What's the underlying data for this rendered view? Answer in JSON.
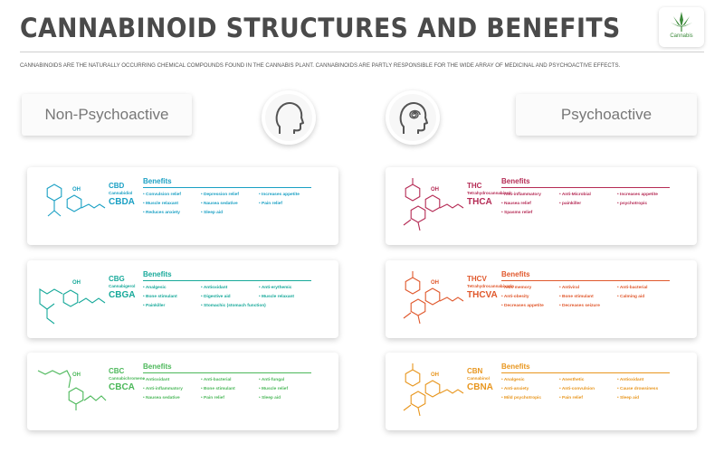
{
  "title": "CANNABINOID STRUCTURES AND BENEFITS",
  "logo": {
    "label": "Cannabis"
  },
  "intro": "CANNABINOIDS ARE THE NATURALLY OCCURRING CHEMICAL COMPOUNDS FOUND IN THE CANNABIS PLANT. CANNABINOIDS ARE PARTLY RESPONSIBLE FOR THE WIDE ARRAY OF MEDICINAL AND PSYCHOACTIVE EFFECTS.",
  "categories": {
    "left": "Non-Psychoactive",
    "right": "Psychoactive"
  },
  "benefits_title": "Benefits",
  "cards": [
    {
      "abbr1": "CBD",
      "full": "Cannabidiol",
      "abbr2": "CBDA",
      "color": "#1aa0c4",
      "benefits": [
        "Convulsion relief",
        "Depression relief",
        "Increases appetite",
        "Muscle relaxant",
        "Nausea sedative",
        "Pain relief",
        "Reduces anxiety",
        "Sleep aid"
      ]
    },
    {
      "abbr1": "CBG",
      "full": "Cannabigerol",
      "abbr2": "CBGA",
      "color": "#17a99a",
      "benefits": [
        "Analgesic",
        "Antioxidant",
        "Anti-erythemic",
        "Bone stimulant",
        "Digestive aid",
        "Muscle relaxant",
        "Painkiller",
        "Stomachic (stomach function)"
      ]
    },
    {
      "abbr1": "CBC",
      "full": "Cannabichromene",
      "abbr2": "CBCA",
      "color": "#4cb85a",
      "benefits": [
        "Antioxidant",
        "Anti-bacterial",
        "Anti-fungal",
        "Anti-inflammatory",
        "Bone stimulant",
        "Muscle relief",
        "Nausea sedative",
        "Pain relief",
        "Sleep aid"
      ]
    },
    {
      "abbr1": "THC",
      "full": "Tetrahydrocannabinol",
      "abbr2": "THCA",
      "color": "#b52b55",
      "benefits": [
        "Anti-inflammatory",
        "Anti-Microbial",
        "Increases appetite",
        "Nausea relief",
        "painkiller",
        "psychotropic",
        "Spasms relief"
      ]
    },
    {
      "abbr1": "THCV",
      "full": "Tetrahydrocannabivarin",
      "abbr2": "THCVA",
      "color": "#e0582c",
      "benefits": [
        "Aids memory",
        "Antiviral",
        "Anti-bacterial",
        "Anti-obesity",
        "Bone stimulant",
        "Calming aid",
        "Decreases appetite",
        "Decreases seizure"
      ]
    },
    {
      "abbr1": "CBN",
      "full": "Cannabinol",
      "abbr2": "CBNA",
      "color": "#e8961e",
      "benefits": [
        "Analgesic",
        "Anesthetic",
        "Antioxidant",
        "Anti-anxiety",
        "Anti-convulsion",
        "Cause drowsiness",
        "Mild psychotropic",
        "Pain relief",
        "Sleep aid"
      ]
    }
  ]
}
